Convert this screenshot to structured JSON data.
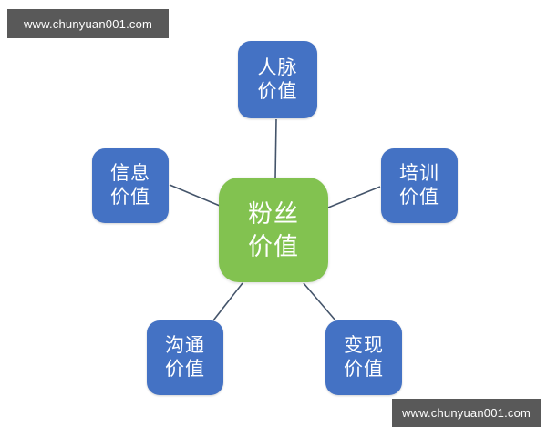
{
  "diagram": {
    "type": "radial-hub-and-spoke",
    "hub": {
      "id": "fan-value",
      "line1": "粉丝",
      "line2": "价值",
      "color": "#82C250",
      "text_color": "#ffffff"
    },
    "satellite_color": "#4472C4",
    "connector_color": "#44546A",
    "satellites": [
      {
        "id": "network-value",
        "position": "top",
        "line1": "人脉",
        "line2": "价值"
      },
      {
        "id": "information-value",
        "position": "left",
        "line1": "信息",
        "line2": "价值"
      },
      {
        "id": "training-value",
        "position": "right",
        "line1": "培训",
        "line2": "价值"
      },
      {
        "id": "communication-value",
        "position": "bottom-left",
        "line1": "沟通",
        "line2": "价值"
      },
      {
        "id": "monetization-value",
        "position": "bottom-right",
        "line1": "变现",
        "line2": "价值"
      }
    ]
  },
  "watermarks": {
    "top": "www.chunyuan001.com",
    "bottom": "www.chunyuan001.com",
    "background": "#595959",
    "text_color": "#ffffff"
  }
}
